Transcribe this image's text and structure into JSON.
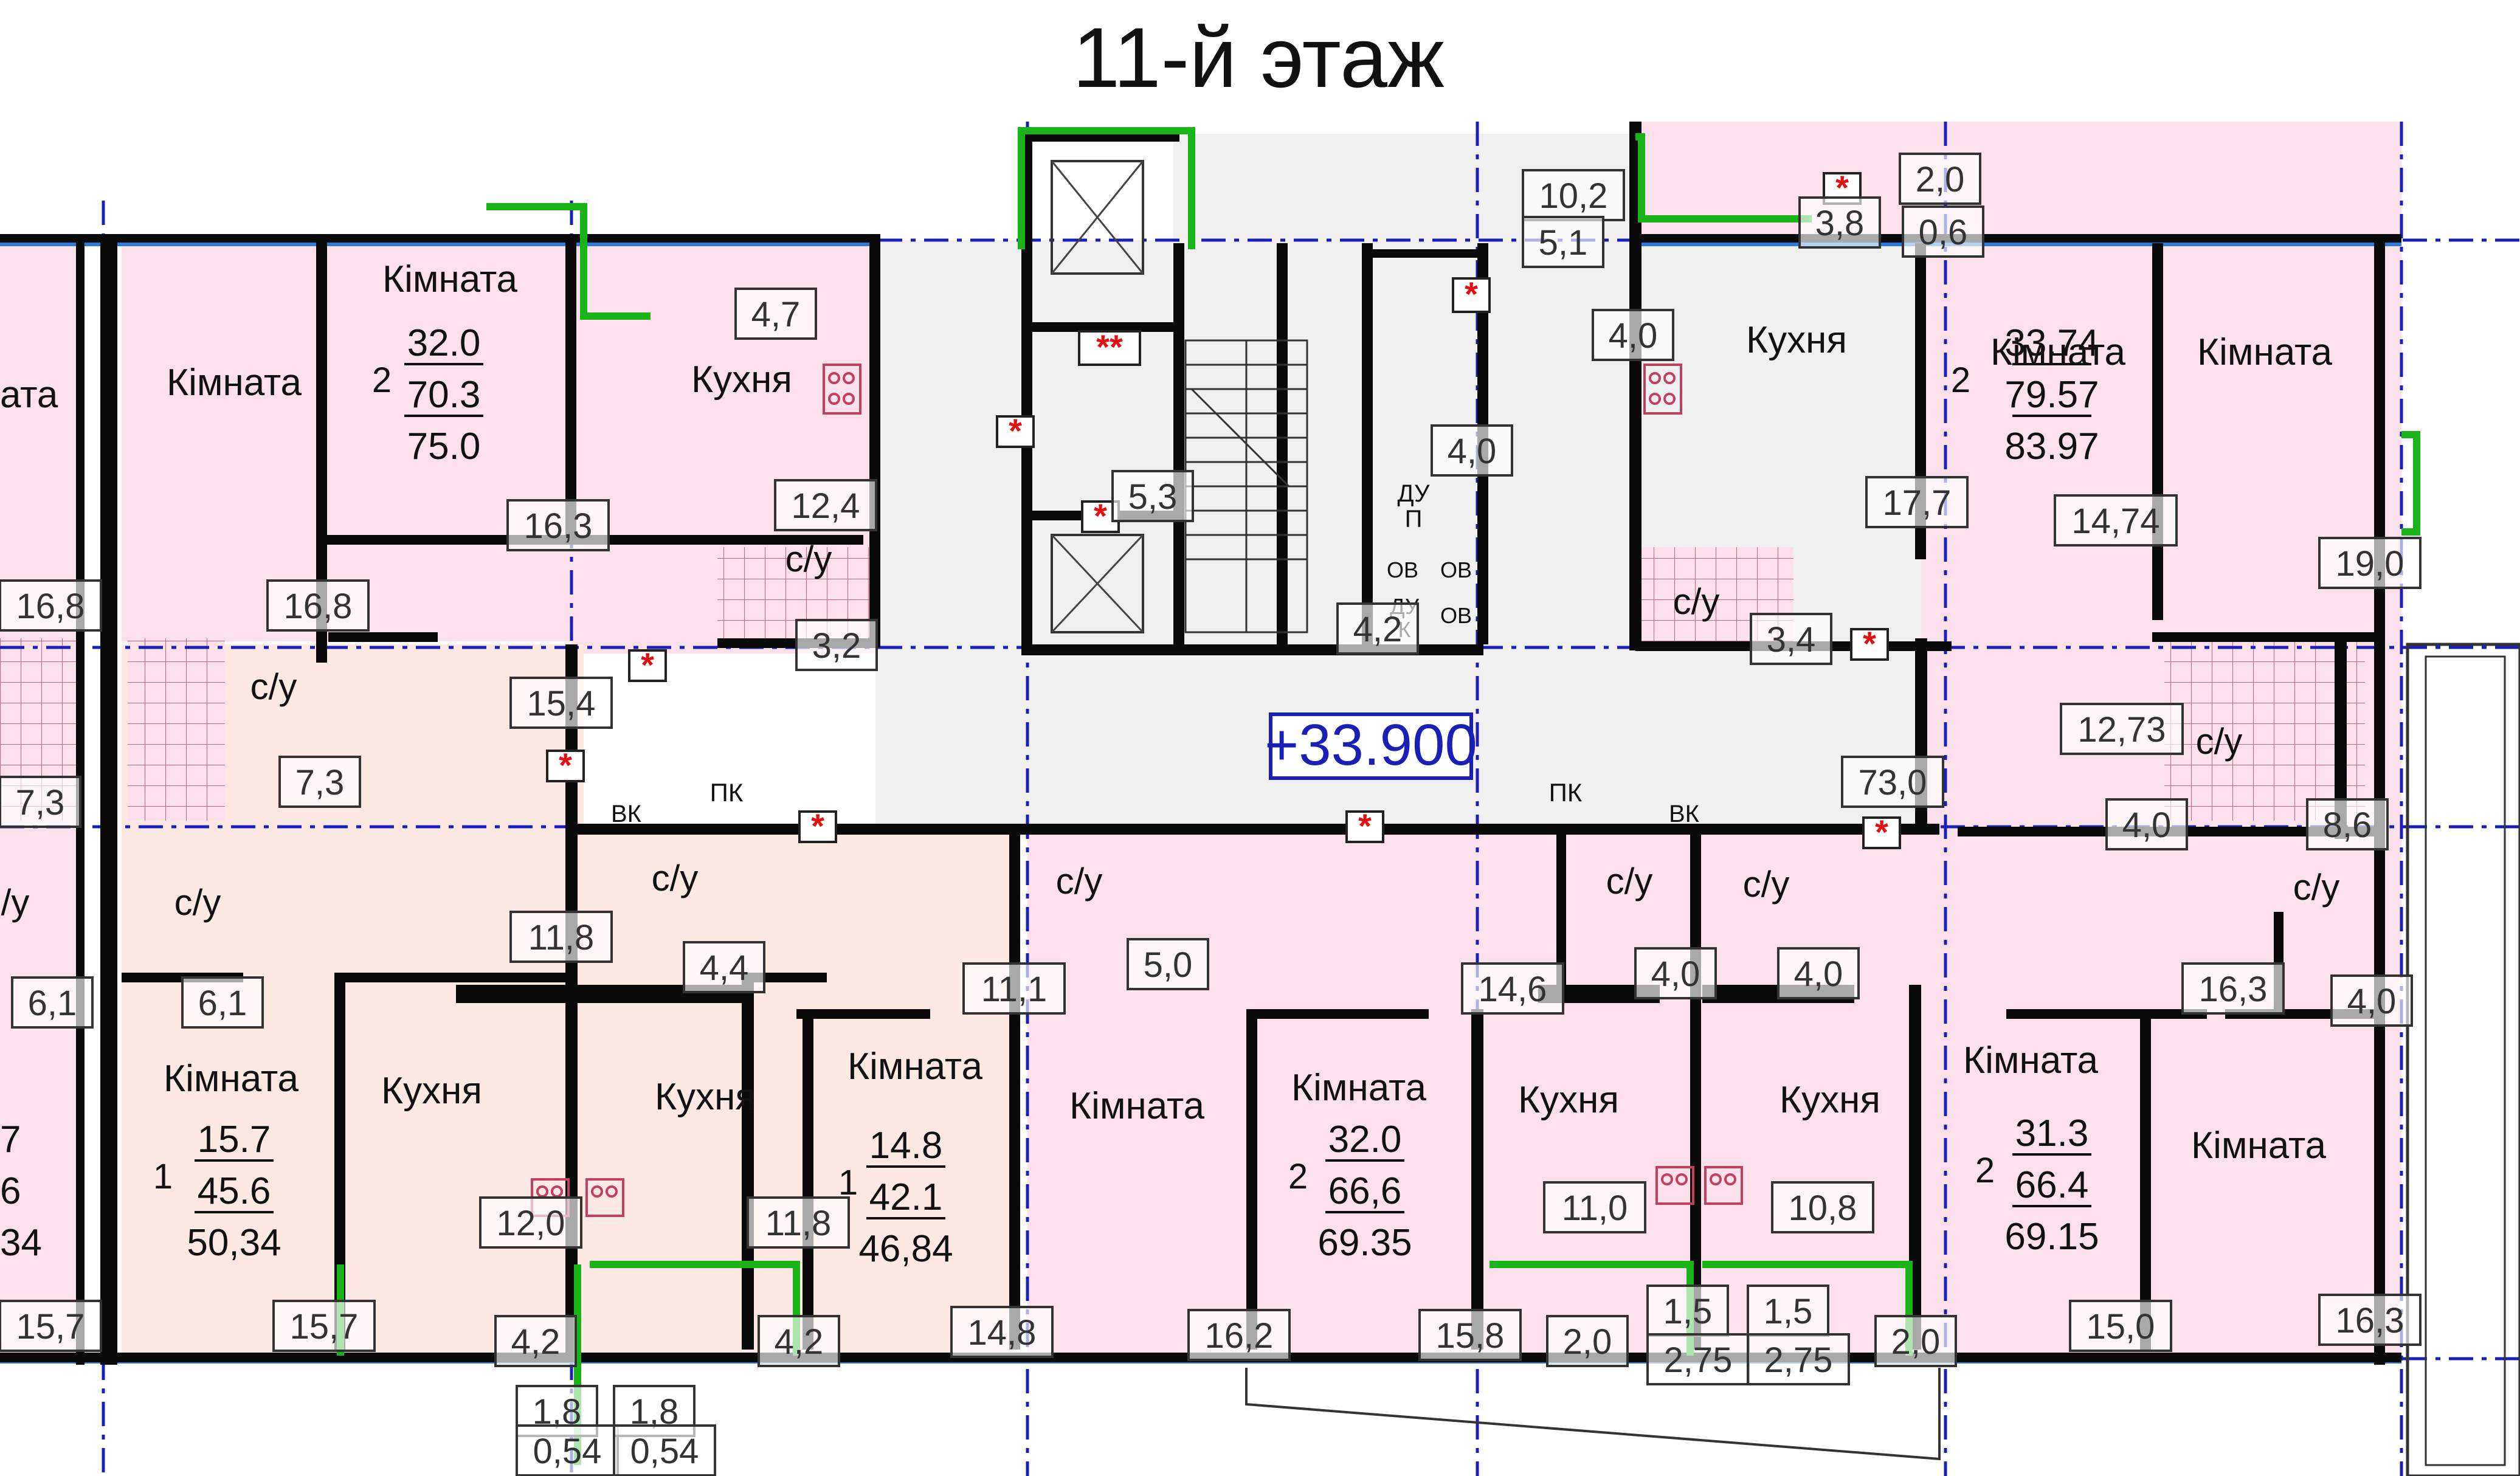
{
  "title": "11-й этаж",
  "level_mark": "+33.900",
  "labels": {
    "room": "Кімната",
    "kitchen": "Кухня",
    "wc": "с/у",
    "vk": "ВК",
    "pk": "ПК",
    "du_p": "ДУ\nП",
    "ov": "ОВ",
    "du_k": "ДУ\nК"
  },
  "apartments": [
    {
      "id": "apt-left-edge-top",
      "rooms_partial": "ата"
    },
    {
      "id": "apt-top-left",
      "rooms": "2",
      "living": "32.0",
      "total": "70.3",
      "total_with_balcony": "75.0"
    },
    {
      "id": "apt-bottom-left",
      "rooms": "1",
      "living": "15.7",
      "total": "45.6",
      "total_with_balcony": "50,34"
    },
    {
      "id": "apt-bottom-left-2",
      "rooms": "1",
      "living": "14.8",
      "total": "42.1",
      "total_with_balcony": "46,84"
    },
    {
      "id": "apt-bottom-center",
      "rooms": "2",
      "living": "32.0",
      "total": "66,6",
      "total_with_balcony": "69.35"
    },
    {
      "id": "apt-bottom-right",
      "rooms": "2",
      "living": "31.3",
      "total": "66.4",
      "total_with_balcony": "69.15"
    },
    {
      "id": "apt-top-right",
      "rooms": "2",
      "living": "33.74",
      "total": "79.57",
      "total_with_balcony": "83.97"
    },
    {
      "id": "apt-left-edge-bottom",
      "living_partial": "7",
      "total_partial": "6",
      "total_with_balcony_partial": "34"
    }
  ],
  "area_tags": [
    "16,8",
    "16,8",
    "16,3",
    "4,7",
    "12,4",
    "3,2",
    "15,4",
    "7,3",
    "7,3",
    "6,1",
    "6,1",
    "11,8",
    "4,4",
    "11,1",
    "12,0",
    "11,8",
    "4,2",
    "4,2",
    "15,7",
    "15,7",
    "14,8",
    "1,8",
    "0,54",
    "1,8",
    "0,54",
    "5,3",
    "4,2",
    "10,2",
    "5,1",
    "4,0",
    "4,0",
    "73,0",
    "5,0",
    "14,6",
    "16,2",
    "15,8",
    "11,0",
    "4,0",
    "4,0",
    "10,8",
    "2,0",
    "1,5",
    "2,75",
    "1,5",
    "2,75",
    "2,0",
    "3,8",
    "2,0",
    "0,6",
    "17,7",
    "14,74",
    "19,0",
    "3,4",
    "12,73",
    "4,0",
    "8,6",
    "16,3",
    "4,0",
    "15,0",
    "16,3"
  ],
  "colors": {
    "wall": "#0a0a0a",
    "apartment_fill": "#fce1ec",
    "common_fill": "#f0f0f0",
    "axis": "#1a1fb5",
    "balcony_outline": "#18b418",
    "sensor_red": "#e01010",
    "fixture": "#c04060"
  }
}
